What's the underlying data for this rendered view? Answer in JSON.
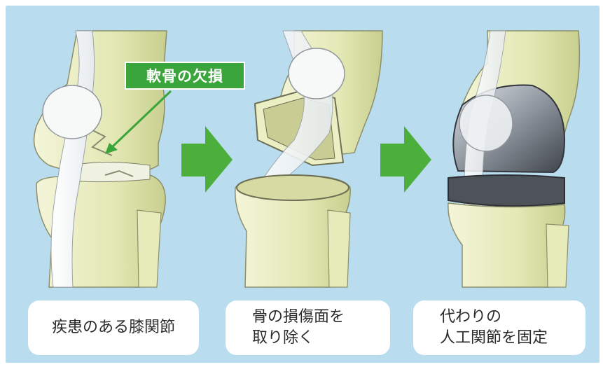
{
  "callout": {
    "label": "軟骨の欠損",
    "color": "#3aa53a"
  },
  "steps": [
    {
      "caption": "疾患のある膝関節"
    },
    {
      "caption_line1": "骨の損傷面を",
      "caption_line2": "取り除く"
    },
    {
      "caption_line1": "代わりの",
      "caption_line2": "人工関節を固定"
    }
  ],
  "icons": [
    "right-arrow-icon",
    "right-arrow-icon"
  ],
  "colors": {
    "background": "#b9dcef",
    "bone": "#e9ecc0",
    "arrow": "#4caf3b",
    "implant": "#5a5f66"
  }
}
